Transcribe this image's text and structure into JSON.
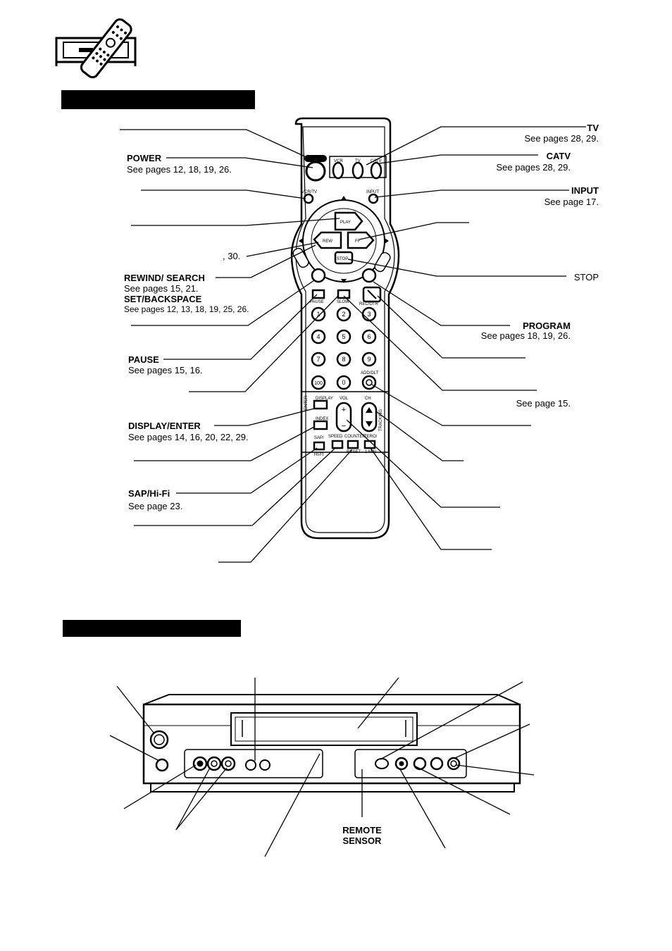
{
  "remote": {
    "labels": {
      "power": "POWER",
      "rewind_search": "REWIND/ SEARCH",
      "set_backspace": "SET/BACKSPACE",
      "pause": "PAUSE",
      "display_enter": "DISPLAY/ENTER",
      "sap_hifi": "SAP/Hi-Fi",
      "tv": "TV",
      "catv": "CATV",
      "input": "INPUT",
      "stop": "STOP",
      "program": "PROGRAM"
    },
    "refs": {
      "power": "See pages 12, 18, 19, 26.",
      "play_partial": ", 30.",
      "rewind_search": "See pages 15, 21.",
      "set_backspace": "See pages 12, 13, 18, 19, 25, 26.",
      "pause": "See pages 15, 16.",
      "display_enter": "See pages 14, 16, 20, 22, 29.",
      "sap_hifi": "See page 23.",
      "tv": "See pages 28, 29.",
      "catv": "See pages 28, 29.",
      "input": "See page 17.",
      "program": "See pages 18, 19, 26.",
      "slow": "See page 15."
    },
    "buttons": {
      "power": "POWER",
      "vcr": "VCR",
      "tv": "TV",
      "catv": "CATV",
      "vcrtv": "VCR/TV",
      "input": "INPUT",
      "play": "PLAY",
      "rew": "REW",
      "ff": "FF",
      "stop": "STOP",
      "pause": "PAUSE",
      "slow": "SLOW",
      "rec": "REC/OTR",
      "digits": [
        "1",
        "2",
        "3",
        "4",
        "5",
        "6",
        "7",
        "8",
        "9",
        "100",
        "0"
      ],
      "add_dlt": "ADD/DLT",
      "display": "DISPLAY",
      "enter": "ENTER",
      "index": "INDEX",
      "vol": "VOL",
      "ch": "CH",
      "sap": "SAP/",
      "hifi": "HI-FI",
      "speed": "SPEED",
      "counter": "COUNTER",
      "zero": "ZERO/",
      "reset": "RESET",
      "tmr": "1 MIN",
      "plus": "+",
      "minus": "−",
      "tracking": "TRACKING"
    }
  },
  "front_panel": {
    "remote_sensor": "REMOTE\nSENSOR"
  }
}
